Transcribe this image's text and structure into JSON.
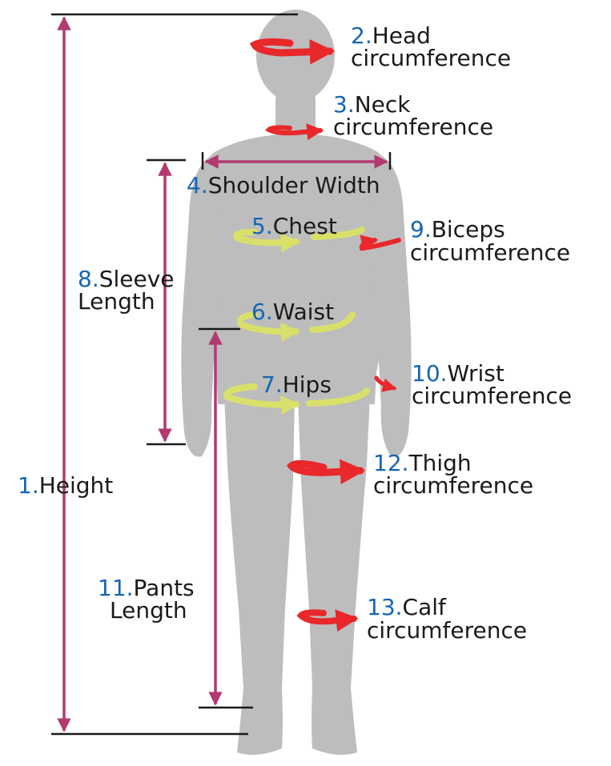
{
  "colors": {
    "figure": "#bdbdbd",
    "measure_line": "#b23a6e",
    "tick_line": "#1a1a1a",
    "number": "#1565b5",
    "text": "#1a1a1a",
    "red_band": "#e8282b",
    "yellow_band": "#d8e06a"
  },
  "labels": {
    "height": {
      "num": "1.",
      "text": "Height"
    },
    "head": {
      "num": "2.",
      "line1": "Head",
      "line2": "circumference"
    },
    "neck": {
      "num": "3.",
      "line1": "Neck",
      "line2": "circumference"
    },
    "shoulder": {
      "num": "4.",
      "text": "Shoulder Width"
    },
    "chest": {
      "num": "5.",
      "text": "Chest"
    },
    "waist": {
      "num": "6.",
      "text": "Waist"
    },
    "hips": {
      "num": "7.",
      "text": "Hips"
    },
    "sleeve": {
      "num": "8.",
      "line1": "Sleeve",
      "line2": "Length"
    },
    "biceps": {
      "num": "9.",
      "line1": "Biceps",
      "line2": "circumference"
    },
    "wrist": {
      "num": "10.",
      "line1": "Wrist",
      "line2": "circumference"
    },
    "pants": {
      "num": "11.",
      "line1": "Pants",
      "line2": "Length"
    },
    "thigh": {
      "num": "12.",
      "line1": "Thigh",
      "line2": "circumference"
    },
    "calf": {
      "num": "13.",
      "line1": "Calf",
      "line2": "circumference"
    }
  },
  "icons": {
    "circumference_band": "curved-arrow-band",
    "length_line": "double-arrow-line"
  }
}
